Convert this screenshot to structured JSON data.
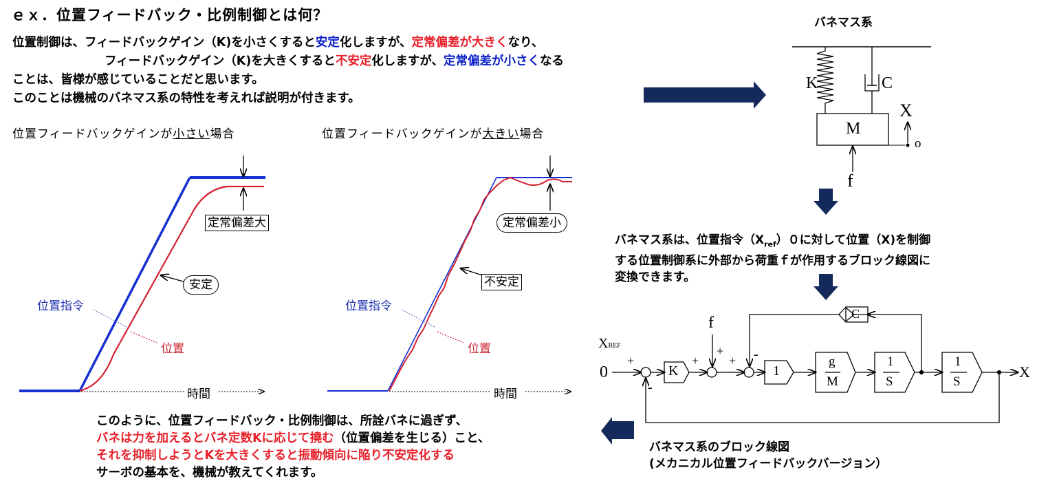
{
  "title": "ｅｘ．位置フィードバック・比例制御とは何？",
  "intro": {
    "line1": [
      {
        "t": "位置制御は、フィードバックゲイン（K)を小さくすると",
        "c": ""
      },
      {
        "t": "安定",
        "c": "blue"
      },
      {
        "t": "化しますが、",
        "c": ""
      },
      {
        "t": "定常偏差が大きく",
        "c": "red"
      },
      {
        "t": "なり、",
        "c": ""
      }
    ],
    "line2": [
      {
        "t": "フィードバックゲイン（K)を大きくすると",
        "c": ""
      },
      {
        "t": "不安定",
        "c": "red"
      },
      {
        "t": "化しますが、",
        "c": ""
      },
      {
        "t": "定常偏差が小さく",
        "c": "blue"
      },
      {
        "t": "なる",
        "c": ""
      }
    ],
    "line3": "ことは、皆様が感じていることだと思います。",
    "line4": "このことは機械のバネマス系の特性を考えれば説明が付きます。"
  },
  "left_graph": {
    "caption_pre": "位置フィードバックゲインが",
    "caption_u": "小さい",
    "caption_post": "場合",
    "error_label": "定常偏差大",
    "stability": "安定",
    "command": "位置指令",
    "position": "位置",
    "time": "時間"
  },
  "right_graph": {
    "caption_pre": "位置フィードバックゲインが",
    "caption_u": "大きい",
    "caption_post": "場合",
    "error_label": "定常偏差小",
    "stability": "不安定",
    "command": "位置指令",
    "position": "位置",
    "time": "時間"
  },
  "spring_mass": {
    "title": "バネマス系",
    "K": "K",
    "C": "C",
    "M": "M",
    "X": "X",
    "zero": "o",
    "f": "f"
  },
  "spring_desc": {
    "p1": "バネマス系は、位置指令（X",
    "sub": "ref",
    "p2": "）０に対して位置（X)を制御",
    "line2": "する位置制御系に外部から荷重ｆが作用するブロック線図に",
    "line3": "変換できます。"
  },
  "block": {
    "xref_main": "X",
    "xref_sub": "REF",
    "zero": "0",
    "f": "f",
    "K": "K",
    "one": "1",
    "g": "g",
    "M": "M",
    "s1_num": "1",
    "s1_den": "S",
    "s2_num": "1",
    "s2_den": "S",
    "C": "C",
    "X": "X",
    "plus": "+",
    "minus": "-"
  },
  "block_caption": {
    "line1": "バネマス系のブロック線図",
    "line2": "(メカニカル位置フィードバックバージョン）"
  },
  "bottom": {
    "line1": "このように、位置フィードバック・比例制御は、所詮バネに過ぎず、",
    "line2_red": "バネは力を加えるとバネ定数Kに応じて撓む",
    "line2_black": "（位置偏差を生じる）こと、",
    "line3": "それを抑制しようとKを大きくすると振動傾向に陥り不安定化する",
    "line4": "サーボの基本を、機械が教えてくれます。"
  },
  "colors": {
    "red": "#e8202a",
    "blue": "#0a1fc8",
    "navy": "#142a5c"
  }
}
